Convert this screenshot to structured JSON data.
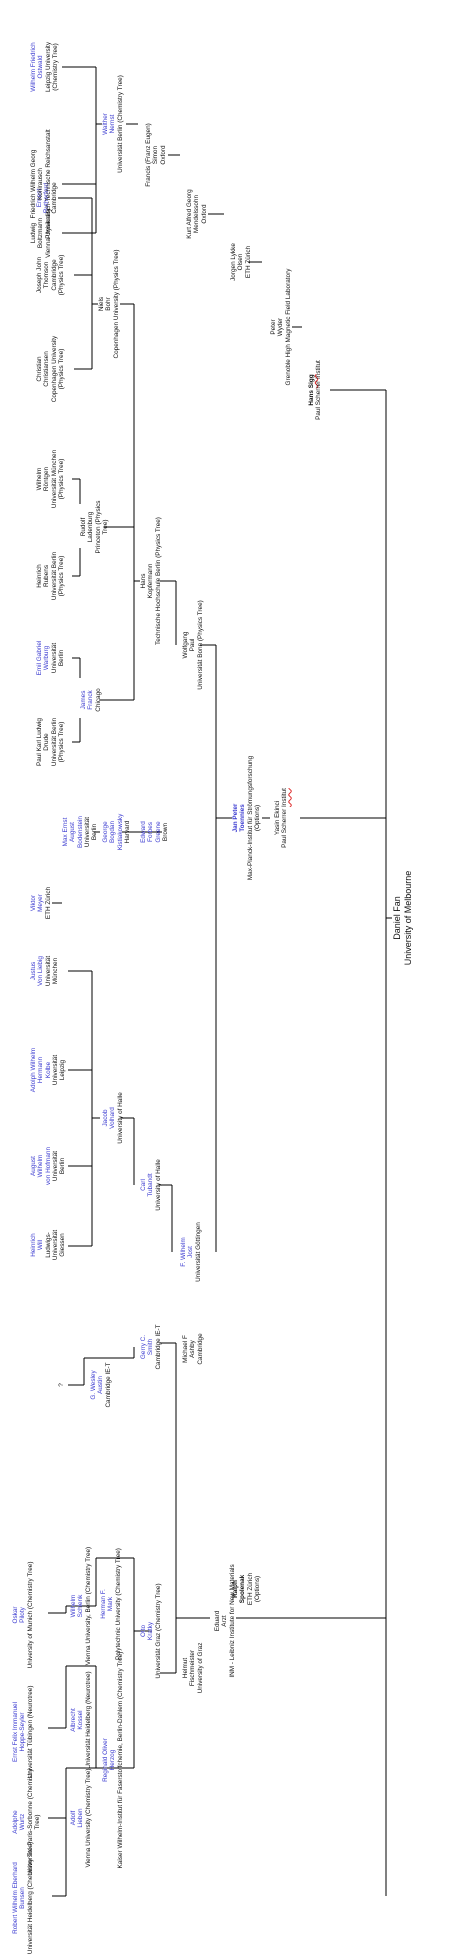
{
  "tree": {
    "nodes": [
      {
        "id": "bunsen",
        "name": "Robert Wilhelm Eberhard\nBunsen",
        "info": "Universität Heidelberg (Chemistry Tree)",
        "link": true
      },
      {
        "id": "wurtz",
        "name": "Adolphe\nWurtz",
        "info": "Université Paris-Sorbonne (Chemistry Tree)",
        "link": true
      },
      {
        "id": "hoppe",
        "name": "Ernst Felix Immanuel\nHoppe-Seyler",
        "info": "Universität Tübingen (Neurotree)",
        "link": true
      },
      {
        "id": "piloty",
        "name": "Oskar\nPiloty",
        "info": "University of Munich (Chemistry Tree)",
        "link": true
      },
      {
        "id": "lieben",
        "name": "Adolf\nLieben",
        "info": "Vienna University (Chemistry Tree)",
        "link": true
      },
      {
        "id": "kossel",
        "name": "Albrecht\nKossel",
        "info": "Universität Heidelberg (Neurotree)",
        "link": true
      },
      {
        "id": "schlenk",
        "name": "Wilhelm\nSchlenk",
        "info": "Vienna University, Berlin (Chemistry Tree)",
        "link": true
      },
      {
        "id": "herzog",
        "name": "Reginald Oliver\nHerzog",
        "info": "Kaiser Wilhelm-Institut für Faserstoffchemie, Berlin-Dahlem (Chemistry Tree)",
        "link": true
      },
      {
        "id": "mark",
        "name": "Herman F.\nMark",
        "info": "Polytechnic University (Chemistry Tree)",
        "link": true
      },
      {
        "id": "kratky",
        "name": "Otto\nKratky",
        "info": "Universität Graz (Chemistry Tree)",
        "link": true
      },
      {
        "id": "fischmeister",
        "name": "Helmut\nFischmeister",
        "info": "University of Graz",
        "link": false
      },
      {
        "id": "arzt",
        "name": "Eduard\nArzt",
        "info": "INM - Leibniz Institute for New Materials",
        "link": false
      },
      {
        "id": "spolenak",
        "name": "Ralph\nSpolenak",
        "info": "ETH Zürich\n(Options)",
        "link": false,
        "bold": true
      },
      {
        "id": "unknown",
        "name": "?",
        "info": "",
        "link": false
      },
      {
        "id": "austin",
        "name": "G. Wesley\nAustin",
        "info": "Cambridge IE-T",
        "link": true
      },
      {
        "id": "smith",
        "name": "Gerry C.\nSmith",
        "info": "Cambridge IE-T",
        "link": true
      },
      {
        "id": "ashby",
        "name": "Michael F\nAshby",
        "info": "Cambridge",
        "link": false
      },
      {
        "id": "will",
        "name": "Heinrich\nWill",
        "info": "Ludwigs-\nUniversität\nGiessen",
        "link": true
      },
      {
        "id": "hofmann",
        "name": "August\nWilhelm\nvon Hofmann",
        "info": "Universität\nBerlin",
        "link": true
      },
      {
        "id": "kolbe",
        "name": "Adolph Wilhelm\nHermann\nKolbe",
        "info": "Universität\nLeipzig",
        "link": true
      },
      {
        "id": "liebig",
        "name": "Justus\nVon Liebig",
        "info": "Universität\nMünchen",
        "link": true
      },
      {
        "id": "volhard",
        "name": "Jacob\nVolhard",
        "info": "University of Halle",
        "link": true
      },
      {
        "id": "tubandt",
        "name": "Carl\nTubandt",
        "info": "University of Halle",
        "link": true
      },
      {
        "id": "jost",
        "name": "F. Wilhelm\nJost",
        "info": "Universität Göttingen",
        "link": true
      },
      {
        "id": "meyer",
        "name": "Viktor\nMeyer",
        "info": "ETH Zürich",
        "link": true
      },
      {
        "id": "bodenstein",
        "name": "Max Ernst\nAugust\nBodenstein",
        "info": "Universität\nBerlin",
        "link": true
      },
      {
        "id": "kistiakowsky",
        "name": "George\nBogdan\nKistiakowsky",
        "info": "Harvard",
        "link": true
      },
      {
        "id": "greene",
        "name": "Edward\nForbes\nGreene",
        "info": "Brown",
        "link": true
      },
      {
        "id": "drude",
        "name": "Paul Karl Ludwig\nDrude",
        "info": "Universität Berlin\n(Physics Tree)",
        "link": false
      },
      {
        "id": "warburg",
        "name": "Emil Gabriel\nWarburg",
        "info": "Universität\nBerlin",
        "link": true
      },
      {
        "id": "franck",
        "name": "James\nFranck",
        "info": "Chicago",
        "link": true
      },
      {
        "id": "rubens",
        "name": "Heinrich\nRubens",
        "info": "Universität Berlin\n(Physics Tree)",
        "link": false
      },
      {
        "id": "roentgen",
        "name": "Wilhelm\nRöntgen",
        "info": "Universität München\n(Physics Tree)",
        "link": false
      },
      {
        "id": "ladenburg",
        "name": "Rudolf\nLadenburg",
        "info": "Princeton (Physics\nTree)",
        "link": false
      },
      {
        "id": "kopfermann",
        "name": "Hans\nKopfermann",
        "info": "Technische Hochschule Berlin (Physics Tree)",
        "link": false
      },
      {
        "id": "paul",
        "name": "Wolfgang\nPaul",
        "info": "Universität Bonn (Physics Tree)",
        "link": false
      },
      {
        "id": "christiansen",
        "name": "Christian\nChristiansen",
        "info": "Copenhagen University\n(Physics Tree)",
        "link": false
      },
      {
        "id": "thomson",
        "name": "Joseph John\nThomson",
        "info": "Cambridge\n(Physics Tree)",
        "link": false
      },
      {
        "id": "rutherford",
        "name": "Ernest\nRutherford",
        "info": "Cambridge",
        "link": true
      },
      {
        "id": "bohr",
        "name": "Niels\nBohr",
        "info": "Copenhagen University (Physics Tree)",
        "link": false
      },
      {
        "id": "toennies",
        "name": "Jan Peter\nToennies",
        "info": "Max-Planck-Institut für Strömungsforschung\n(Options)",
        "link": true,
        "bold": true
      },
      {
        "id": "ekinci",
        "name": "Yasin Ekinci",
        "info": "Paul Scherrer Institut",
        "link": false,
        "squiggle": "Institut"
      },
      {
        "id": "boltzmann",
        "name": "Ludwig\nBoltzmann",
        "info": "Vienna University",
        "link": false
      },
      {
        "id": "kohlrausch",
        "name": "Friedrich Wilhelm Georg\nKohlrausch",
        "info": "Physikalisch-Technische Reichsanstalt",
        "link": false
      },
      {
        "id": "ostwald",
        "name": "Wilhelm Friedrich\nOstwald",
        "info": "Leipzig University (Chemistry Tree)",
        "link": true
      },
      {
        "id": "nernst",
        "name": "Walther\nNernst",
        "info": "Universität Berlin (Chemistry Tree)",
        "link": true
      },
      {
        "id": "simon",
        "name": "Francis (Franz Eugen)\nSimon",
        "info": "Oxford",
        "link": false
      },
      {
        "id": "mendelssohn",
        "name": "Kurt Alfred Georg\nMendelssohn",
        "info": "Oxford",
        "link": false
      },
      {
        "id": "olsen",
        "name": "Jorgen Lykke\nOlsen",
        "info": "ETH Zürich",
        "link": false
      },
      {
        "id": "wyder",
        "name": "Peter\nWyder",
        "info": "Grenoble High Magnetic Field Laboratory",
        "link": false
      },
      {
        "id": "sigg",
        "name": "Hans Sigg",
        "info": "Paul Scherrer Institut",
        "link": false,
        "bold": true,
        "squiggle": "Sigg"
      },
      {
        "id": "fan",
        "name": "Daniel Fan",
        "info": "University of Melbourne",
        "link": false,
        "root": true
      }
    ]
  }
}
